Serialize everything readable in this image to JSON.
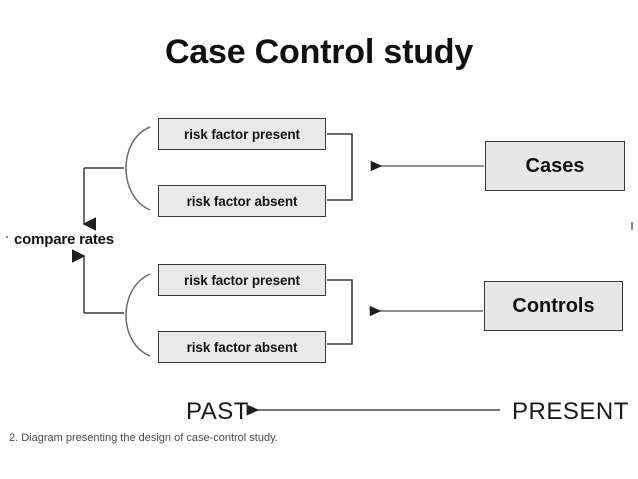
{
  "page": {
    "title": "Case Control study",
    "background_color": "#ffffff",
    "caption": "2. Diagram presenting the design of case-control study."
  },
  "diagram": {
    "compare_label": "compare rates",
    "timeline": {
      "left_label": "PAST",
      "right_label": "PRESENT",
      "arrow_direction": "right-to-left"
    },
    "branches": [
      {
        "id": "cases-branch",
        "group_label": "Cases",
        "outcomes": [
          {
            "label": "risk factor present"
          },
          {
            "label": "risk factor absent"
          }
        ]
      },
      {
        "id": "controls-branch",
        "group_label": "Controls",
        "outcomes": [
          {
            "label": "risk factor present"
          },
          {
            "label": "risk factor absent"
          }
        ]
      }
    ],
    "colors": {
      "box_fill": "#e9e9e9",
      "box_border": "#3a3a3a",
      "line": "#3a3a3a",
      "text": "#111111",
      "caption_text": "#4a4a4a"
    }
  }
}
